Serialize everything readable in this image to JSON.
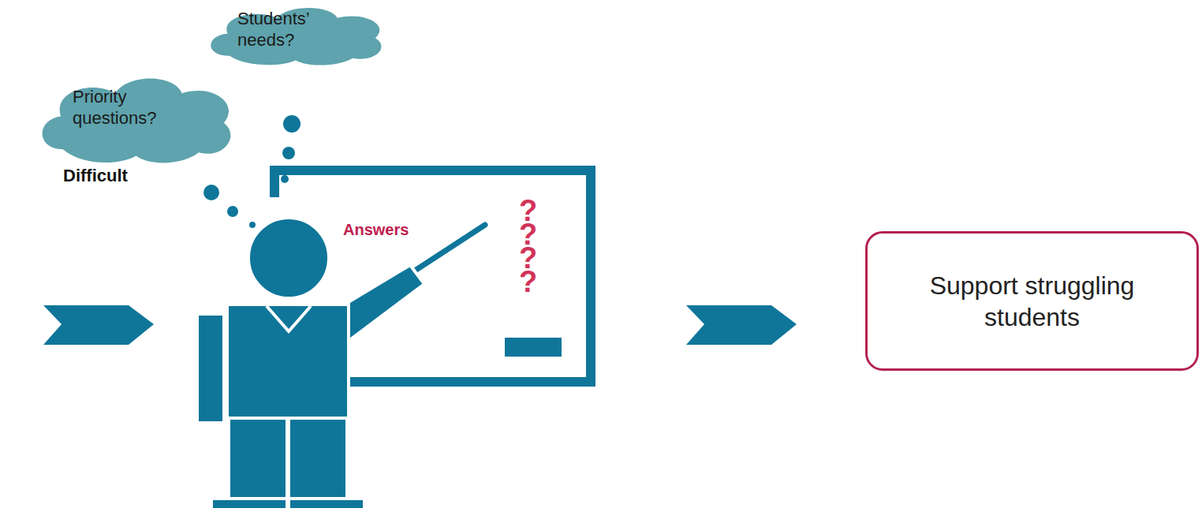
{
  "diagram": {
    "nodes": [
      {
        "text": [
          "Priority questions?"
        ]
      },
      {
        "text": [
          "Students’ needs?"
        ]
      },
      {
        "text": [
          "Answers",
          "? ? ? ?"
        ]
      },
      {
        "text": [
          "Support struggling students"
        ]
      }
    ],
    "labels": [
      "Difficult"
    ]
  }
}
